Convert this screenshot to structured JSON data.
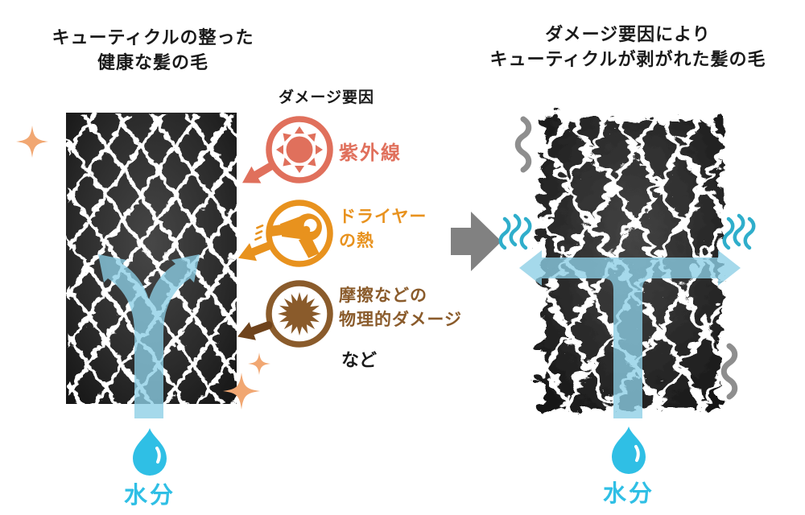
{
  "left_panel": {
    "title_line1": "キューティクルの整った",
    "title_line2": "健康な髪の毛",
    "moisture_label": "水分"
  },
  "damage_factors": {
    "heading": "ダメージ要因",
    "items": [
      {
        "icon": "sun-icon",
        "label": "紫外線",
        "color": "#E0705C"
      },
      {
        "icon": "hair-dryer-icon",
        "label_line1": "ドライヤー",
        "label_line2": "の熱",
        "color": "#E8921E"
      },
      {
        "icon": "starburst-icon",
        "label_line1": "摩擦などの",
        "label_line2": "物理的ダメージ",
        "color": "#8A5B2B",
        "arrow_color": "#6F431C"
      }
    ],
    "etc_label": "など"
  },
  "right_panel": {
    "title_line1": "ダメージ要因により",
    "title_line2": "キューティクルが剥がれた髪の毛",
    "moisture_label": "水分"
  },
  "colors": {
    "water_cyan": "#2FBFE5",
    "steam_cyan": "#2FAECB",
    "moisture_arrow_blue": "#8CCEE6",
    "transformation_arrow_gray": "#818181",
    "frizz_squiggle_gray": "#8E8E8E",
    "sparkle_orange": "#F1A772",
    "hair_dark": "#161616",
    "cuticle_outline": "#FFFFFF"
  }
}
